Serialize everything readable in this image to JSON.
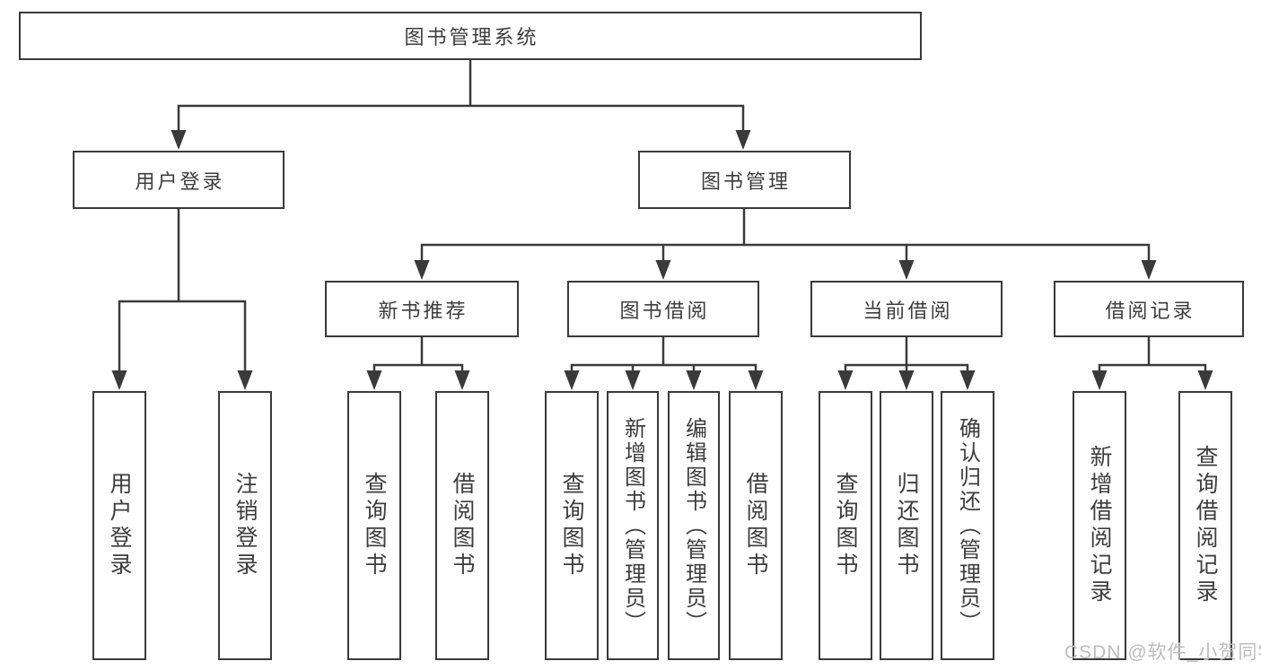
{
  "tree": {
    "root": {
      "label": "图书管理系统"
    },
    "branches": [
      {
        "label": "用户登录",
        "children": [
          {
            "label": "用户登录"
          },
          {
            "label": "注销登录"
          }
        ]
      },
      {
        "label": "图书管理",
        "children": [
          {
            "label": "新书推荐",
            "children": [
              {
                "label": "查询图书"
              },
              {
                "label": "借阅图书"
              }
            ]
          },
          {
            "label": "图书借阅",
            "children": [
              {
                "label": "查询图书"
              },
              {
                "label": "新增图书（管理员）"
              },
              {
                "label": "编辑图书（管理员）"
              },
              {
                "label": "借阅图书"
              }
            ]
          },
          {
            "label": "当前借阅",
            "children": [
              {
                "label": "查询图书"
              },
              {
                "label": "归还图书"
              },
              {
                "label": "确认归还（管理员）"
              }
            ]
          },
          {
            "label": "借阅记录",
            "children": [
              {
                "label": "新增借阅记录"
              },
              {
                "label": "查询借阅记录"
              }
            ]
          }
        ]
      }
    ]
  },
  "watermark": "CSDN @软件_小贺同学",
  "colors": {
    "line": "#3a3a3a",
    "box_border": "#3a3a3a",
    "text": "#3d3d3d",
    "bg": "#ffffff",
    "watermark": "#bdbdbd"
  }
}
